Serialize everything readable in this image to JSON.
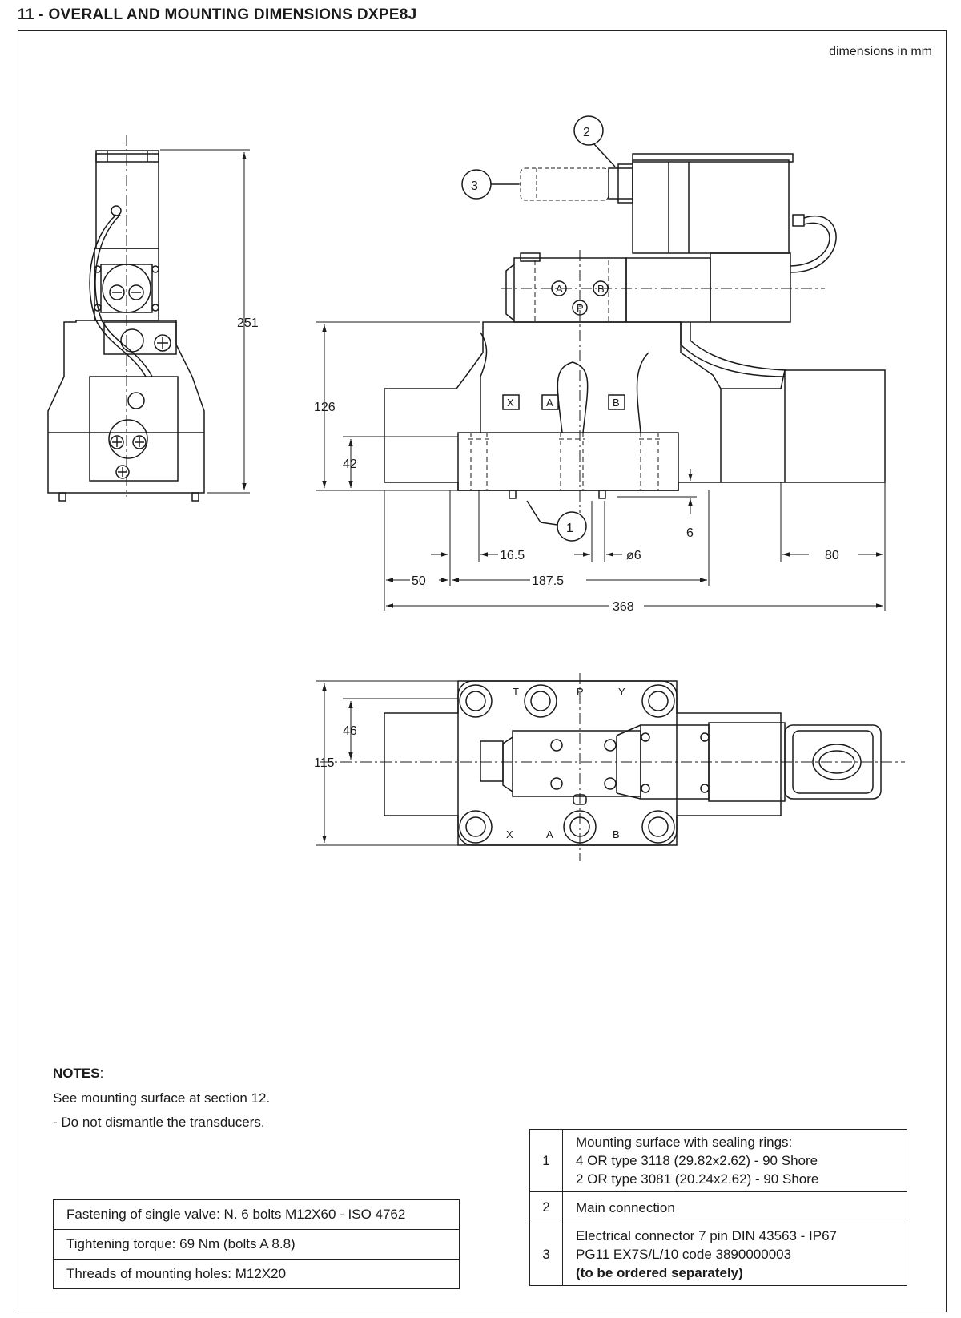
{
  "title": "11 - OVERALL AND MOUNTING DIMENSIONS  DXPE8J",
  "units_note": "dimensions in mm",
  "dimensions": {
    "d251": "251",
    "d126": "126",
    "d42": "42",
    "d6": "6",
    "d16_5": "16.5",
    "dphi6": "ø6",
    "d80": "80",
    "d50": "50",
    "d187_5": "187.5",
    "d368": "368",
    "d46": "46",
    "d115": "115"
  },
  "callouts": {
    "c1": "1",
    "c2": "2",
    "c3": "3"
  },
  "ports": {
    "A": "A",
    "B": "B",
    "P": "P",
    "X": "X",
    "T": "T",
    "Y": "Y"
  },
  "notes": {
    "heading": "NOTES",
    "heading_suffix": ":",
    "lines": [
      "See mounting surface at section 12.",
      "- Do not dismantle the transducers."
    ]
  },
  "fastening_table": [
    "Fastening of single valve: N. 6 bolts M12X60 - ISO 4762",
    "Tightening torque:  69 Nm (bolts A 8.8)",
    "Threads of mounting holes: M12X20"
  ],
  "legend_table": [
    {
      "num": "1",
      "lines": [
        "Mounting surface with sealing rings:",
        "4 OR type 3118 (29.82x2.62) - 90 Shore",
        "2 OR type 3081 (20.24x2.62) - 90 Shore"
      ],
      "bold_line": ""
    },
    {
      "num": "2",
      "lines": [
        "Main connection"
      ],
      "bold_line": ""
    },
    {
      "num": "3",
      "lines": [
        "Electrical connector 7 pin DIN 43563 - IP67",
        "PG11 EX7S/L/10 code 3890000003"
      ],
      "bold_line": "(to be ordered separately)"
    }
  ]
}
